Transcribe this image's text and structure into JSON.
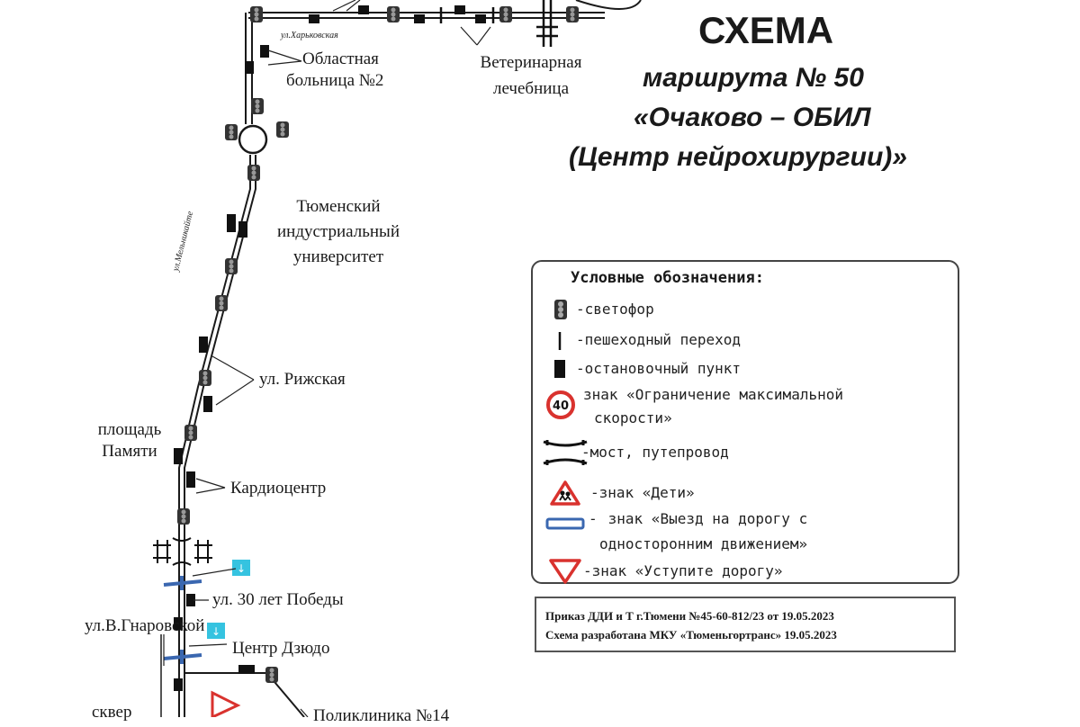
{
  "title": {
    "line1": "СХЕМА",
    "line2": "маршрута № 50",
    "line3": "«Очаково – ОБИЛ",
    "line4": "(Центр нейрохирургии)»"
  },
  "stops": {
    "oblastnaya": [
      "Областная",
      "больница №2"
    ],
    "veterinary": [
      "Ветеринарная",
      "лечебница"
    ],
    "tiu": [
      "Тюменский",
      "индустриальный",
      "университет"
    ],
    "rizhskaya": "ул. Рижская",
    "ploshchad": [
      "площадь",
      "Памяти"
    ],
    "kardio": "Кардиоцентр",
    "let30": "ул. 30 лет Победы",
    "gnarovskoy": "ул.В.Гнаровской",
    "dzyudo": "Центр Дзюдо",
    "skver": "сквер",
    "poliklinika": "Поликлиника №14"
  },
  "streets": {
    "kharkovskaya": "ул.Харьковская",
    "melnikayte": "ул.Мельникайте"
  },
  "legend": {
    "heading": "Условные обозначения:",
    "items": [
      {
        "icon": "traffic-light-icon",
        "text": "-светофор"
      },
      {
        "icon": "crosswalk-icon",
        "text": "-пешеходный переход"
      },
      {
        "icon": "bus-stop-icon",
        "text": "-остановочный пункт"
      },
      {
        "icon": "speed-limit-sign-icon",
        "sign_value": "40",
        "text": "знак «Ограничение максимальной",
        "text2": "скорости»"
      },
      {
        "icon": "bridge-icon",
        "text": "-мост, путепровод"
      },
      {
        "icon": "children-sign-icon",
        "text": "-знак «Дети»"
      },
      {
        "icon": "one-way-exit-sign-icon",
        "text": "знак «Выезд на дорогу с",
        "text2": "односторонним движением»"
      },
      {
        "icon": "yield-sign-icon",
        "text": "-знак «Уступите дорогу»"
      }
    ]
  },
  "order": {
    "line1": "Приказ ДДИ и Т г.Тюмени №45-60-812/23 от 19.05.2023",
    "line2": "Схема разработана МКУ «Тюменьгортранс» 19.05.2023"
  },
  "colors": {
    "road": "#1a1a1a",
    "sign_red": "#d9322e",
    "sign_blue": "#3a67b0",
    "exit_sign_cyan": "#35c3e0"
  }
}
